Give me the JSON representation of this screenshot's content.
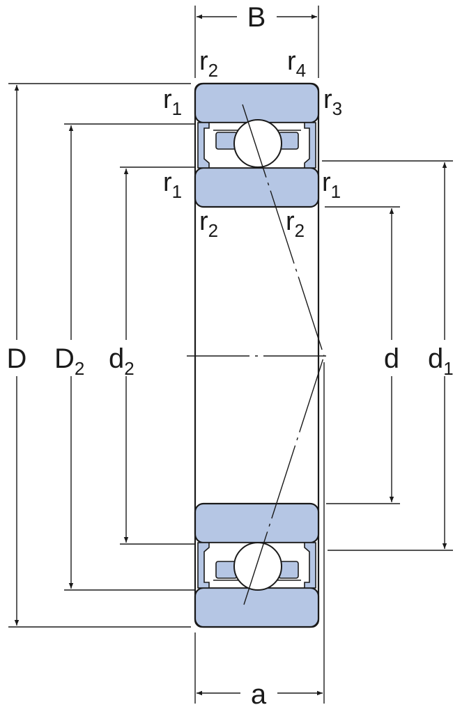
{
  "labels": {
    "B": "B",
    "a": "a",
    "D": "D",
    "D2": {
      "main": "D",
      "sub": "2"
    },
    "d2": {
      "main": "d",
      "sub": "2"
    },
    "d": "d",
    "d1": {
      "main": "d",
      "sub": "1"
    },
    "r2_top_left": {
      "main": "r",
      "sub": "2"
    },
    "r4_top_right": {
      "main": "r",
      "sub": "4"
    },
    "r1_upper_left": {
      "main": "r",
      "sub": "1"
    },
    "r3_upper_right": {
      "main": "r",
      "sub": "3"
    },
    "r1_mid_left": {
      "main": "r",
      "sub": "1"
    },
    "r1_mid_right": {
      "main": "r",
      "sub": "1"
    },
    "r2_lower_left": {
      "main": "r",
      "sub": "2"
    },
    "r2_lower_right": {
      "main": "r",
      "sub": "2"
    }
  },
  "colors": {
    "steel_fill": "#b5c6e4",
    "line": "#1a1a1a",
    "background": "#ffffff"
  }
}
